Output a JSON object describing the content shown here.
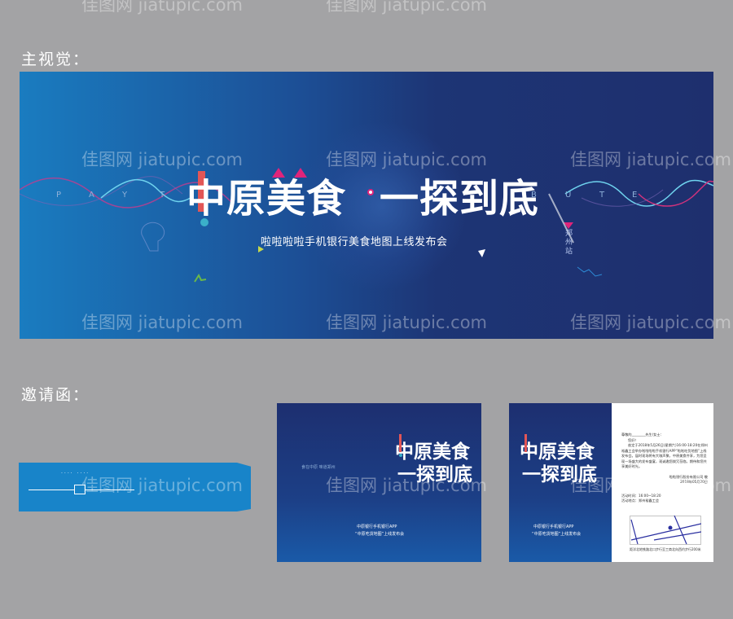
{
  "sections": {
    "main_visual": "主视觉：",
    "invitation": "邀请函："
  },
  "watermark": "佳图网 jiatupic.com",
  "banner": {
    "title_part1": "中原美食",
    "title_part2": "一探到底",
    "subtitle": "啦啦啦啦手机银行美食地图上线发布会",
    "wave_letters_left": [
      "P",
      "A",
      "Y",
      "T"
    ],
    "wave_letters_right": [
      "B",
      "U",
      "T",
      "E"
    ],
    "station": "郑州站",
    "colors": {
      "bg_left": "#1a7cc0",
      "bg_right": "#1e2f6e",
      "accent_pink": "#e0247a",
      "accent_red": "#e25656",
      "accent_teal": "#3bb0c9"
    }
  },
  "envelope": {
    "color": "#1884c9",
    "tagline": "···· ····"
  },
  "invite_front": {
    "title_part1": "中原美食",
    "title_part2": "一探到底",
    "tagline": "食在中原  味道郑州",
    "line1": "中原银行手机银行APP",
    "line2": "“中原吃货地图”上线发布会"
  },
  "invite_inside": {
    "greeting": "尊敬的________先生/女士：",
    "hello": "您好！",
    "body": "兹定于2018年5月26日(星期六)16:00-18:20在郑州裕鑫工会举办啦啦啦啦手机银行APP“啦啦吃货地图”上线发布会。届时现场将有大咖声聚，中原美食齐享，为您呈现一场盛大的发布盛宴，现诚邀您拨冗莅临，期待和您共享美好时光。",
    "signature": "啦啦银行股份有限公司 敬",
    "date": "2018年05月20日",
    "time": "活动时间：16:00~18:20",
    "place": "活动地点：郑州裕鑫工会",
    "map_caption": "距洋北地铁路北口步行至工商北向西约步行200米"
  }
}
